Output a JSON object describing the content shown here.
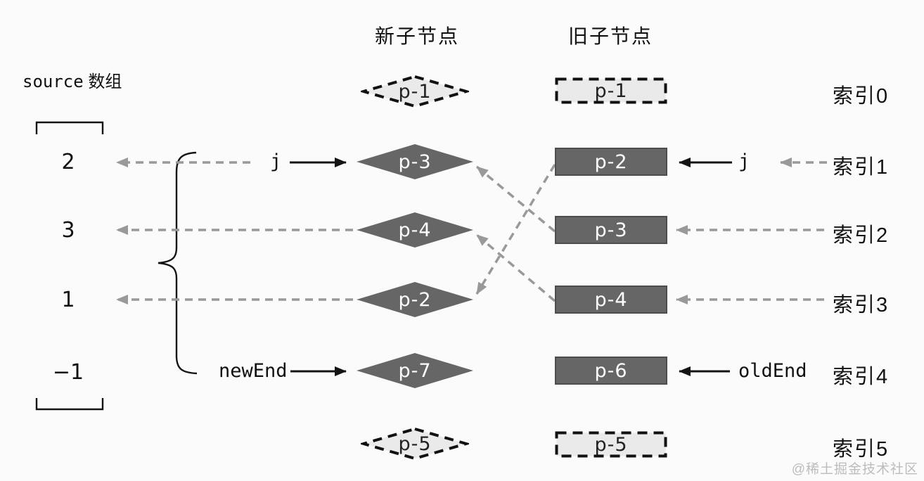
{
  "titles": {
    "new_children": "新子节点",
    "old_children": "旧子节点"
  },
  "source_array": {
    "code": "source",
    "suffix": " 数组",
    "values": [
      "2",
      "3",
      "1",
      "−1"
    ]
  },
  "pointers": {
    "j_new": "j",
    "new_end": "newEnd",
    "j_old": "j",
    "old_end": "oldEnd"
  },
  "new_nodes": [
    {
      "label": "p-1",
      "style": "dashed"
    },
    {
      "label": "p-3",
      "style": "solid"
    },
    {
      "label": "p-4",
      "style": "solid"
    },
    {
      "label": "p-2",
      "style": "solid"
    },
    {
      "label": "p-7",
      "style": "solid"
    },
    {
      "label": "p-5",
      "style": "dashed"
    }
  ],
  "old_nodes": [
    {
      "label": "p-1",
      "style": "dashed"
    },
    {
      "label": "p-2",
      "style": "solid"
    },
    {
      "label": "p-3",
      "style": "solid"
    },
    {
      "label": "p-4",
      "style": "solid"
    },
    {
      "label": "p-6",
      "style": "solid"
    },
    {
      "label": "p-5",
      "style": "dashed"
    }
  ],
  "index_labels": [
    "索引0",
    "索引1",
    "索引2",
    "索引3",
    "索引4",
    "索引5"
  ],
  "watermark": "@稀土掘金技术社区",
  "colors": {
    "node_dark": "#666666",
    "node_light_fill": "#eaeaea",
    "dashed_stroke": "#111111",
    "connector_gray": "#999999",
    "connector_black": "#141414",
    "watermark_gray": "#bcbcbc"
  }
}
